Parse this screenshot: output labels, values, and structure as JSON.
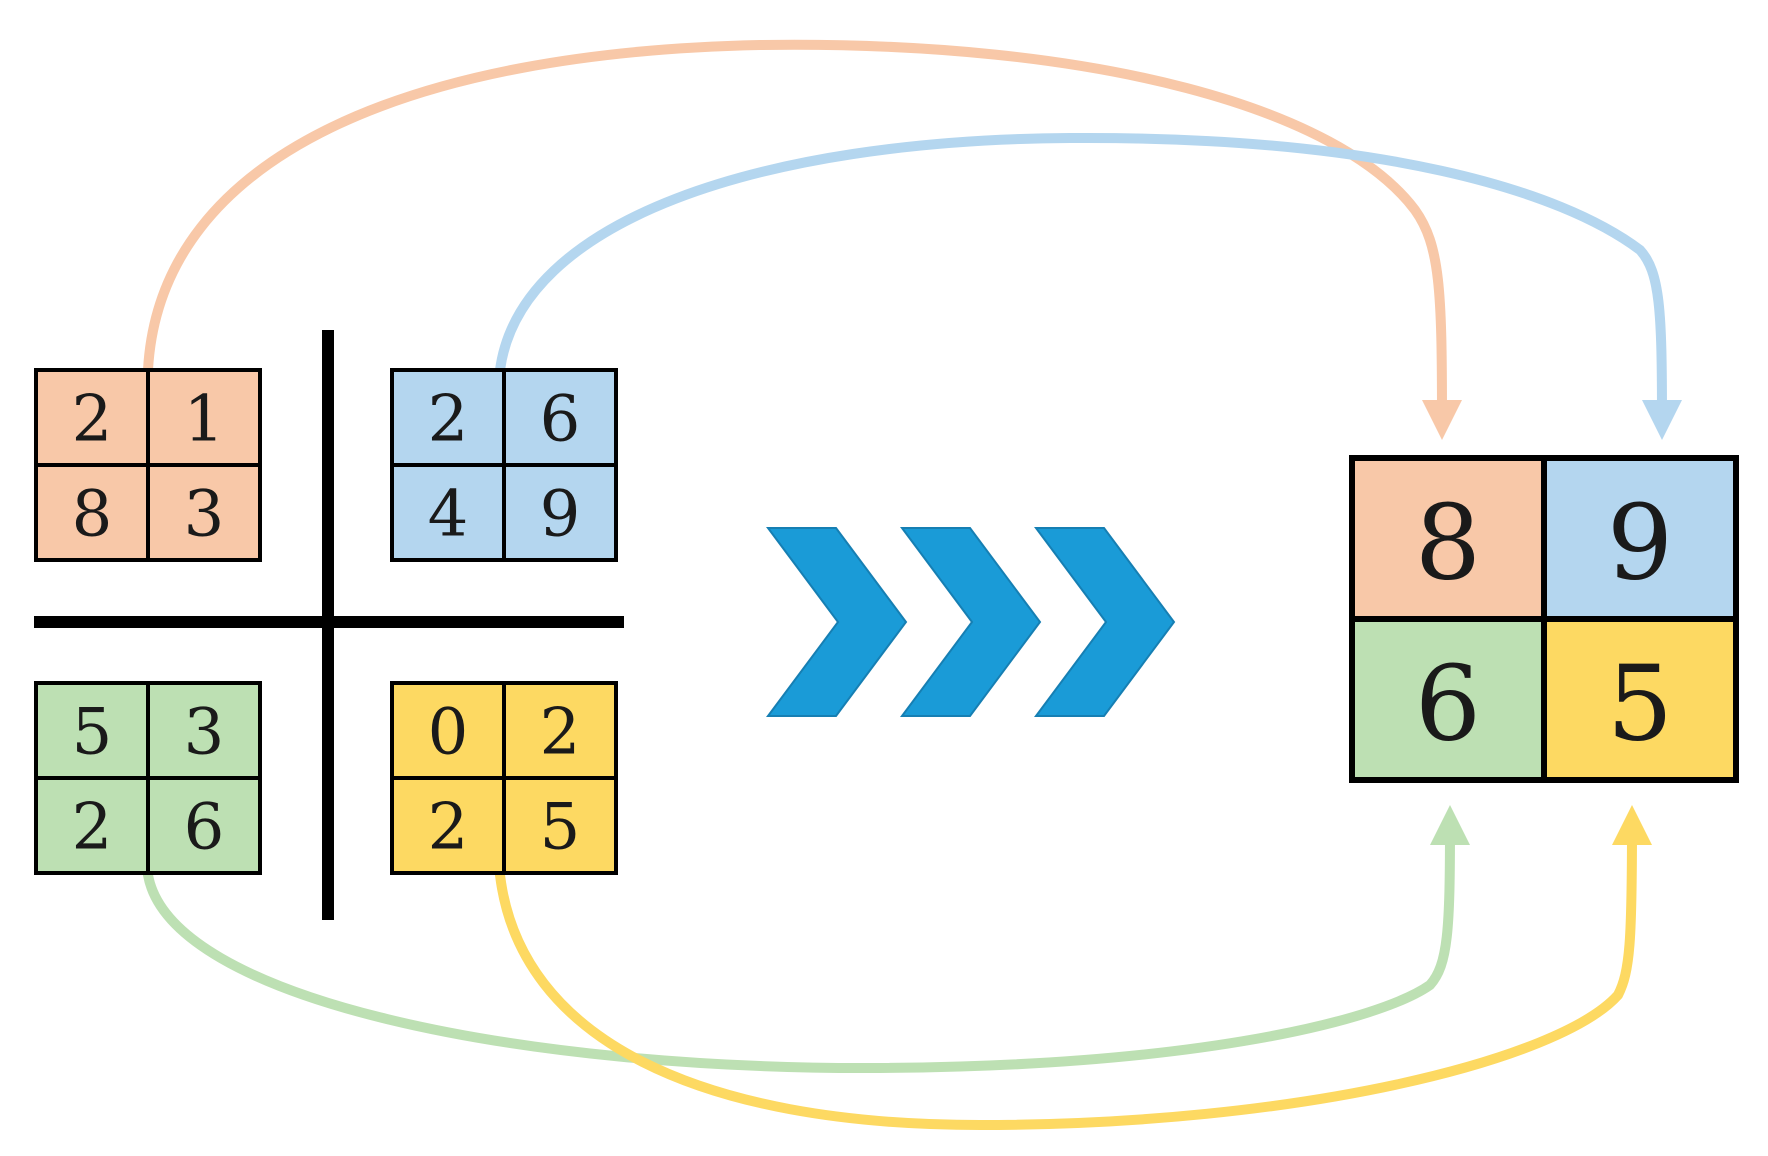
{
  "colors": {
    "orange": "#f8c8a8",
    "blue": "#b4d6ef",
    "green": "#bde0b3",
    "yellow": "#fdd962",
    "chevron": "#1a9bd7",
    "divider": "#000000"
  },
  "input_quadrants": {
    "top_left": {
      "color_key": "orange",
      "cells": [
        "2",
        "1",
        "8",
        "3"
      ]
    },
    "top_right": {
      "color_key": "blue",
      "cells": [
        "2",
        "6",
        "4",
        "9"
      ]
    },
    "bottom_left": {
      "color_key": "green",
      "cells": [
        "5",
        "3",
        "2",
        "6"
      ]
    },
    "bottom_right": {
      "color_key": "yellow",
      "cells": [
        "0",
        "2",
        "2",
        "5"
      ]
    }
  },
  "output_grid": {
    "cells": [
      {
        "value": "8",
        "color_key": "orange"
      },
      {
        "value": "9",
        "color_key": "blue"
      },
      {
        "value": "6",
        "color_key": "green"
      },
      {
        "value": "5",
        "color_key": "yellow"
      }
    ]
  },
  "process_arrow": {
    "icon": "chevron-right-icon",
    "count": 3
  }
}
